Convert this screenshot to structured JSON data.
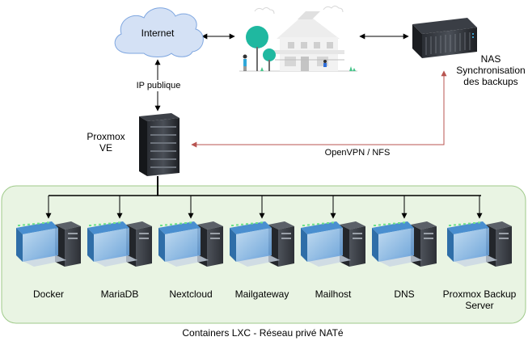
{
  "nodes": {
    "internet": "Internet",
    "proxmox": [
      "Proxmox",
      "VE"
    ],
    "nas": [
      "NAS",
      "Synchronisation",
      "des backups"
    ]
  },
  "edges": {
    "ip_publique": "IP publique",
    "openvpn": "OpenVPN / NFS"
  },
  "containers": [
    {
      "label": [
        "Docker"
      ]
    },
    {
      "label": [
        "MariaDB"
      ]
    },
    {
      "label": [
        "Nextcloud"
      ]
    },
    {
      "label": [
        "Mailgateway"
      ]
    },
    {
      "label": [
        "Mailhost"
      ]
    },
    {
      "label": [
        "DNS"
      ]
    },
    {
      "label": [
        "Proxmox Backup",
        "Server"
      ]
    }
  ],
  "group": {
    "label": "Containers LXC - Réseau privé NATé"
  },
  "colors": {
    "group_fill": "#e9f4e3",
    "group_stroke": "#9fca8a",
    "cloud_fill": "#d4e1f5",
    "vpn_line": "#b85450",
    "line": "#000000"
  }
}
